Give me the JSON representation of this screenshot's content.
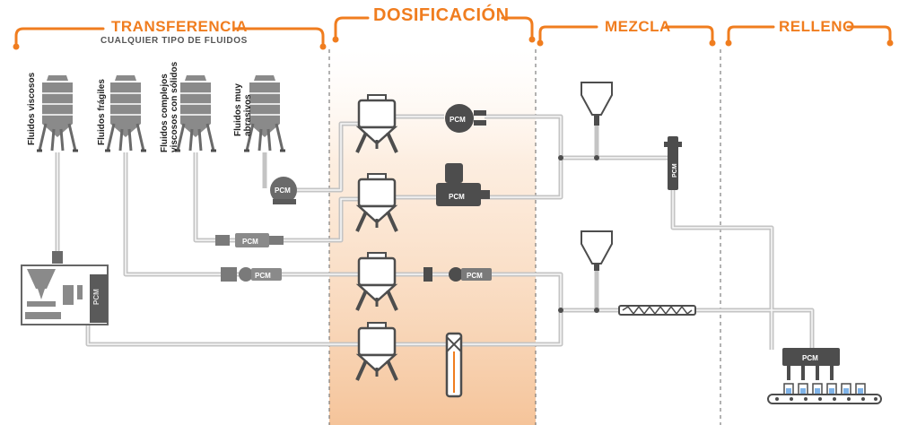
{
  "sections": {
    "transferencia": {
      "title": "TRANSFERENCIA",
      "subtitle": "CUALQUIER TIPO DE FLUIDOS"
    },
    "dosificacion": {
      "title": "DOSIFICACIÓN"
    },
    "mezcla": {
      "title": "MEZCLA"
    },
    "relleno": {
      "title": "RELLENO"
    }
  },
  "tanks": {
    "t1": {
      "line1": "Fluidos viscosos",
      "line2": ""
    },
    "t2": {
      "line1": "Fluidos frágiles",
      "line2": ""
    },
    "t3": {
      "line1": "Fluidos complejos",
      "line2": "viscosos con sólidos"
    },
    "t4": {
      "line1": "Fluidos muy",
      "line2": "abrasivos"
    }
  },
  "pump_brand": "PCM",
  "colors": {
    "accent": "#f07d1f",
    "equipment": "#8a8a8a",
    "equipment_dark": "#4d4d4d",
    "pipe": "#bdbdbd",
    "dosing_zone": "#f6c9a0"
  }
}
